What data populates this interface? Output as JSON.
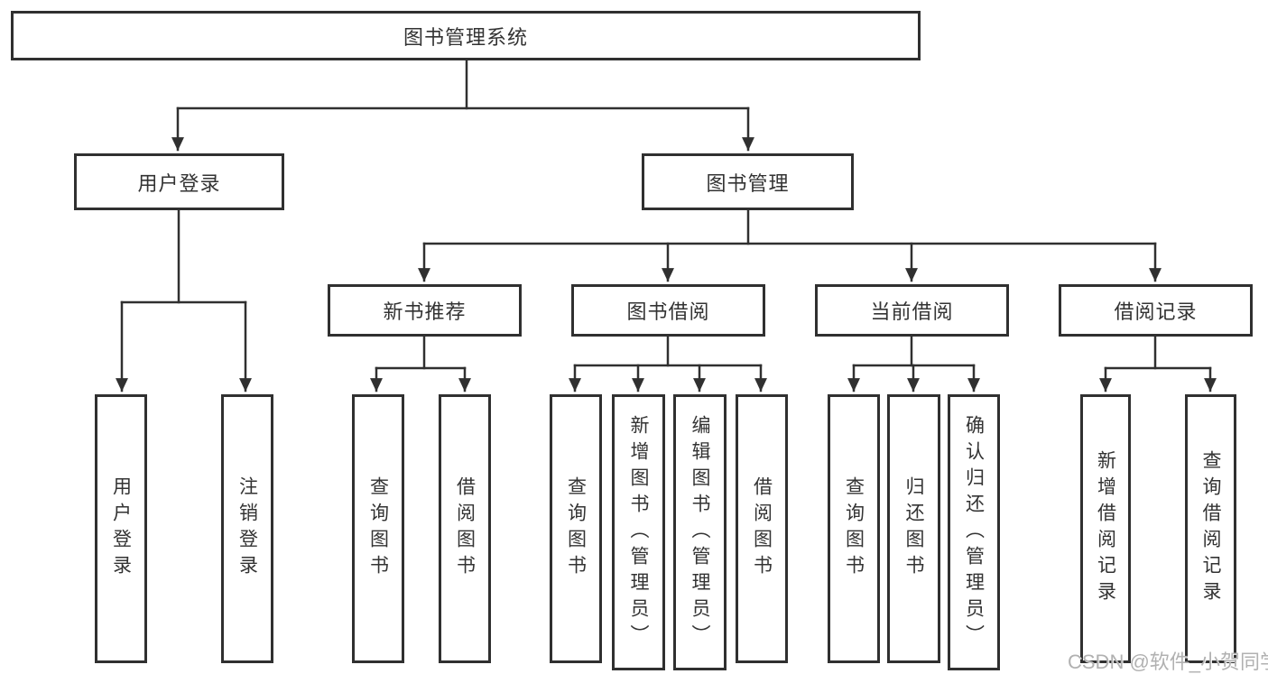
{
  "colors": {
    "line": "#303030",
    "text": "#333333",
    "background": "#ffffff",
    "watermark": "#b1b1b1"
  },
  "watermark": {
    "text": "CSDN @软件_小贺同学"
  },
  "tree": {
    "label": "图书管理系统",
    "children": [
      {
        "label": "用户登录",
        "children": [
          {
            "label": "用户登录"
          },
          {
            "label": "注销登录"
          }
        ]
      },
      {
        "label": "图书管理",
        "children": [
          {
            "label": "新书推荐",
            "children": [
              {
                "label": "查询图书"
              },
              {
                "label": "借阅图书"
              }
            ]
          },
          {
            "label": "图书借阅",
            "children": [
              {
                "label": "查询图书"
              },
              {
                "label": "新增图书（管理员）"
              },
              {
                "label": "编辑图书（管理员）"
              },
              {
                "label": "借阅图书"
              }
            ]
          },
          {
            "label": "当前借阅",
            "children": [
              {
                "label": "查询图书"
              },
              {
                "label": "归还图书"
              },
              {
                "label": "确认归还（管理员）"
              }
            ]
          },
          {
            "label": "借阅记录",
            "children": [
              {
                "label": "新增借阅记录"
              },
              {
                "label": "查询借阅记录"
              }
            ]
          }
        ]
      }
    ]
  }
}
